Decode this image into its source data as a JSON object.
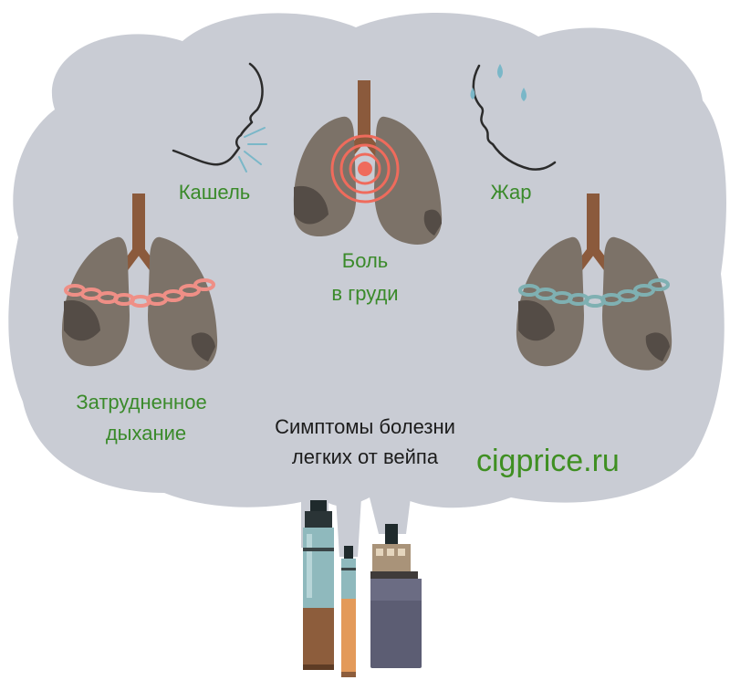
{
  "labels": {
    "cough": "Кашель",
    "fever": "Жар",
    "chest_pain_line1": "Боль",
    "chest_pain_line2": "в груди",
    "breath_line1": "Затрудненное",
    "breath_line2": "дыхание"
  },
  "title": {
    "line1": "Симптомы болезни",
    "line2": "легких от вейпа"
  },
  "brand": "cigprice.ru",
  "colors": {
    "cloud": "#c9ccd4",
    "lung": "#7c7268",
    "lung_dark": "#544c46",
    "trachea": "#8b5a3c",
    "label_green": "#3a8a2a",
    "pain_red": "#ef6b5c",
    "chain_pink": "#ef8f86",
    "chain_teal": "#7fb0b2",
    "drop_blue": "#7ab7c8"
  },
  "icons": [
    "coughing-face-icon",
    "sweating-face-icon",
    "lungs-icon",
    "pain-rings-icon",
    "chain-icon",
    "vape-pen-icon",
    "box-mod-icon"
  ]
}
